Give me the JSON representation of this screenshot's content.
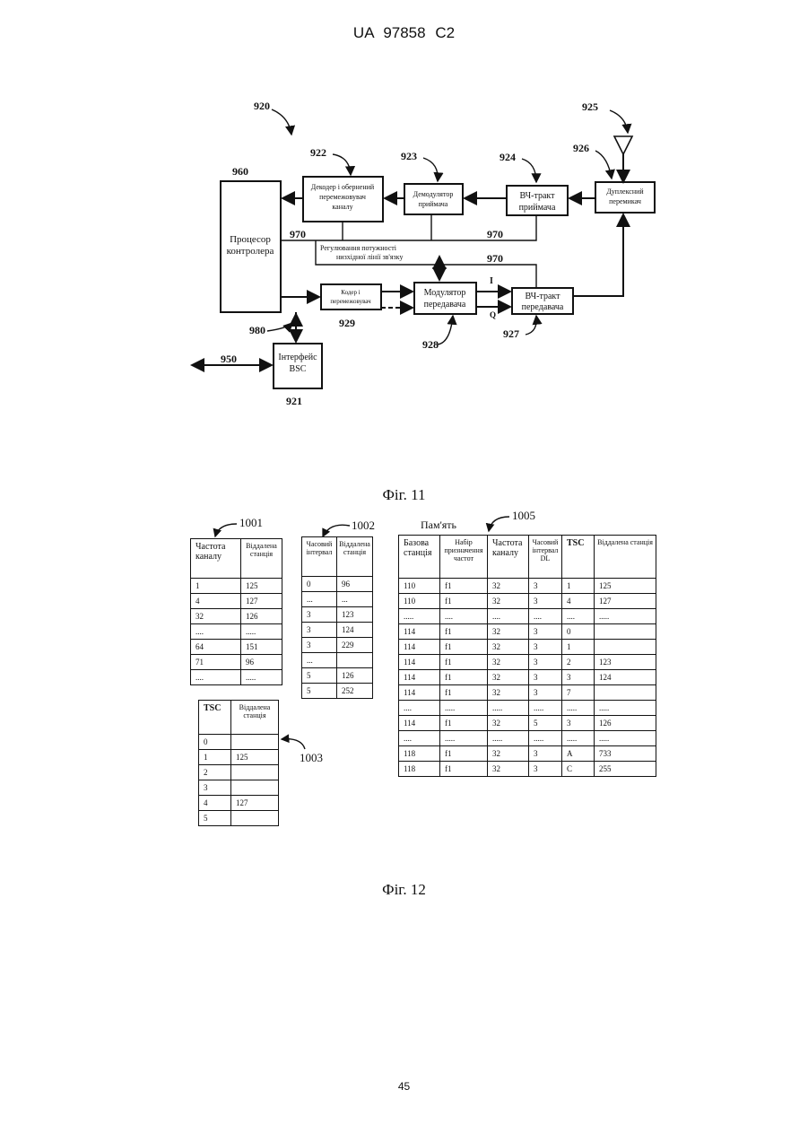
{
  "header": "UA   97858   C2",
  "page_number": "45",
  "fig11": {
    "caption": "Фіг. 11",
    "refs": {
      "r920": "920",
      "r922": "922",
      "r923": "923",
      "r924": "924",
      "r925": "925",
      "r926": "926",
      "r960": "960",
      "r970a": "970",
      "r970b": "970",
      "r970c": "970",
      "r929": "929",
      "r928": "928",
      "r927": "927",
      "r980": "980",
      "r950": "950",
      "r921": "921"
    },
    "blocks": {
      "decoder": [
        "Декодер і обернений",
        "перемежовувач",
        "каналу"
      ],
      "demod": [
        "Демодулятор",
        "приймача"
      ],
      "rx_rf": [
        "ВЧ-тракт",
        "приймача"
      ],
      "duplexer": [
        "Дуплексний",
        "перемикач"
      ],
      "controller": [
        "Процесор",
        "контролера"
      ],
      "power_ctrl": [
        "Регулювання потужності",
        "низхідної лінії зв'язку"
      ],
      "coder": [
        "Кодер і",
        "перемежовувач"
      ],
      "mod": [
        "Модулятор",
        "передавача"
      ],
      "tx_rf": [
        "ВЧ-тракт",
        "передавача"
      ],
      "bsc": [
        "Інтерфейс",
        "BSC"
      ],
      "i_label": "I",
      "q_label": "Q"
    }
  },
  "fig12": {
    "caption": "Фіг. 12",
    "memory_label": "Пам'ять",
    "refs": {
      "r1001": "1001",
      "r1002": "1002",
      "r1003": "1003",
      "r1005": "1005"
    },
    "table1001": {
      "headers": [
        "Частота каналу",
        "Віддалена станція"
      ],
      "rows": [
        [
          "1",
          "125"
        ],
        [
          "4",
          "127"
        ],
        [
          "32",
          "126"
        ],
        [
          "....",
          "....."
        ],
        [
          "64",
          "151"
        ],
        [
          "71",
          "96"
        ],
        [
          "....",
          "....."
        ]
      ]
    },
    "table1002": {
      "headers": [
        "Часовий інтервал",
        "Віддалена станція"
      ],
      "rows": [
        [
          "0",
          "96"
        ],
        [
          "...",
          "..."
        ],
        [
          "3",
          "123"
        ],
        [
          "3",
          "124"
        ],
        [
          "3",
          "229"
        ],
        [
          "...",
          ""
        ],
        [
          "5",
          "126"
        ],
        [
          "5",
          "252"
        ]
      ]
    },
    "table1003": {
      "headers": [
        "TSC",
        "Віддалена станція"
      ],
      "rows": [
        [
          "0",
          ""
        ],
        [
          "1",
          "125"
        ],
        [
          "2",
          ""
        ],
        [
          "3",
          ""
        ],
        [
          "4",
          "127"
        ],
        [
          "5",
          ""
        ]
      ]
    },
    "table1005": {
      "headers": [
        "Базова станція",
        "Набір призначення частот",
        "Частота каналу",
        "Часовий інтервал DL",
        "TSC",
        "Віддалена станція"
      ],
      "rows": [
        [
          "110",
          "f1",
          "32",
          "3",
          "1",
          "125"
        ],
        [
          "110",
          "f1",
          "32",
          "3",
          "4",
          "127"
        ],
        [
          ".....",
          "....",
          "....",
          "....",
          "....",
          "....."
        ],
        [
          "114",
          "f1",
          "32",
          "3",
          "0",
          ""
        ],
        [
          "114",
          "f1",
          "32",
          "3",
          "1",
          ""
        ],
        [
          "114",
          "f1",
          "32",
          "3",
          "2",
          "123"
        ],
        [
          "114",
          "f1",
          "32",
          "3",
          "3",
          "124"
        ],
        [
          "114",
          "f1",
          "32",
          "3",
          "7",
          ""
        ],
        [
          "....",
          ".....",
          ".....",
          ".....",
          ".....",
          "....."
        ],
        [
          "114",
          "f1",
          "32",
          "5",
          "3",
          "126"
        ],
        [
          "....",
          ".....",
          ".....",
          ".....",
          ".....",
          "....."
        ],
        [
          "118",
          "f1",
          "32",
          "3",
          "A",
          "733"
        ],
        [
          "118",
          "f1",
          "32",
          "3",
          "C",
          "255"
        ]
      ]
    }
  }
}
